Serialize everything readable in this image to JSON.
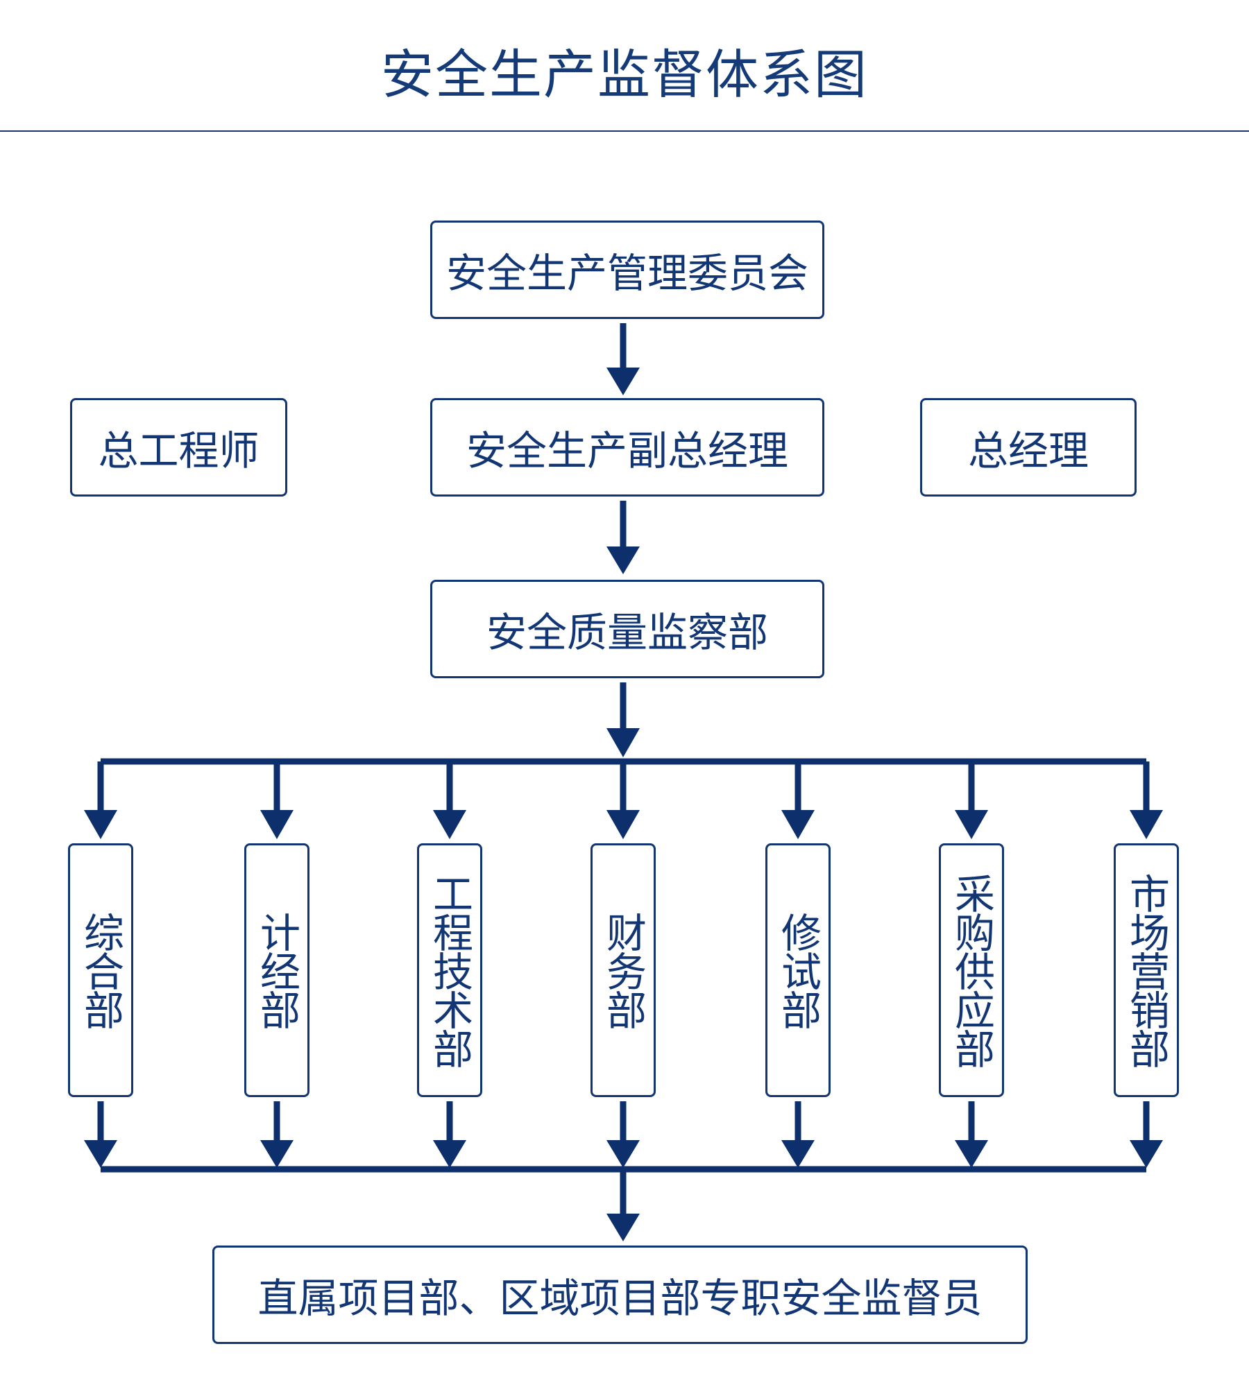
{
  "title": "安全生产监督体系图",
  "colors": {
    "primary": "#123574",
    "line": "#0d2f6b"
  },
  "nodes": {
    "committee": "安全生产管理委员会",
    "chief_engineer": "总工程师",
    "vice_gm_safety": "安全生产副总经理",
    "general_manager": "总经理",
    "safety_quality_dept": "安全质量监察部",
    "departments": [
      "综合部",
      "计经部",
      "工程技术部",
      "财务部",
      "修试部",
      "采购供应部",
      "市场营销部"
    ],
    "supervisors": "直属项目部、区域项目部专职安全监督员"
  }
}
